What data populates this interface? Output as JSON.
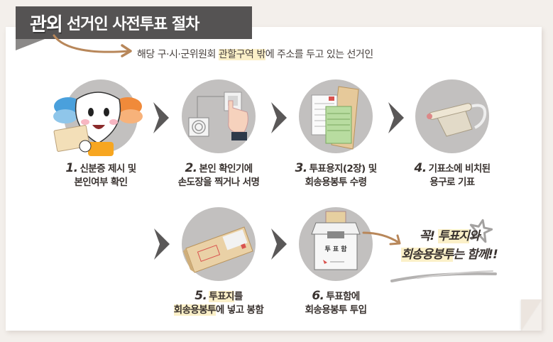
{
  "header": {
    "title_strong": "관외",
    "title_rest": "선거인 사전투표 절차",
    "subtitle_parts": [
      {
        "text": "해당 구·시·군위원회 ",
        "highlight": false
      },
      {
        "text": "관할구역 밖",
        "highlight": true
      },
      {
        "text": "에 주소를 두고 있는 선거인",
        "highlight": false
      }
    ]
  },
  "colors": {
    "banner": "#555353",
    "circle": "#c2c0bf",
    "arrow_brown": "#b8875a",
    "highlight": "#fbf0c8",
    "chevron": "#5a5858",
    "background": "#f3efeb"
  },
  "steps": [
    {
      "num": "1.",
      "line1": "신분증 제시 및",
      "line2": "본인여부 확인",
      "icon": "mascot-with-id-card-icon"
    },
    {
      "num": "2.",
      "line1": "본인 확인기에",
      "line2": "손도장을 찍거나 서명",
      "icon": "fingerprint-scanner-icon"
    },
    {
      "num": "3.",
      "line1": "투표용지(2장) 및",
      "line2": "회송용봉투 수령",
      "icon": "ballot-papers-envelope-icon"
    },
    {
      "num": "4.",
      "line1": "기표소에 비치된",
      "line2": "용구로 기표",
      "icon": "ballot-stamp-tool-icon"
    },
    {
      "num": "5.",
      "line1_hl": "투표지",
      "line1": "를",
      "line2_hl": "회송용봉투",
      "line2": "에 넣고 봉함",
      "icon": "sealed-envelope-icon"
    },
    {
      "num": "6.",
      "line1": "투표함에",
      "line2": "회송용봉투 투입",
      "icon": "ballot-box-icon",
      "box_label": "투 표 함"
    }
  ],
  "note": {
    "line1_pre": "꼭! ",
    "line1_hl": "투표지",
    "line1_post": "와",
    "line2_hl": "회송용봉투",
    "line2_post": "는 함께!!"
  }
}
